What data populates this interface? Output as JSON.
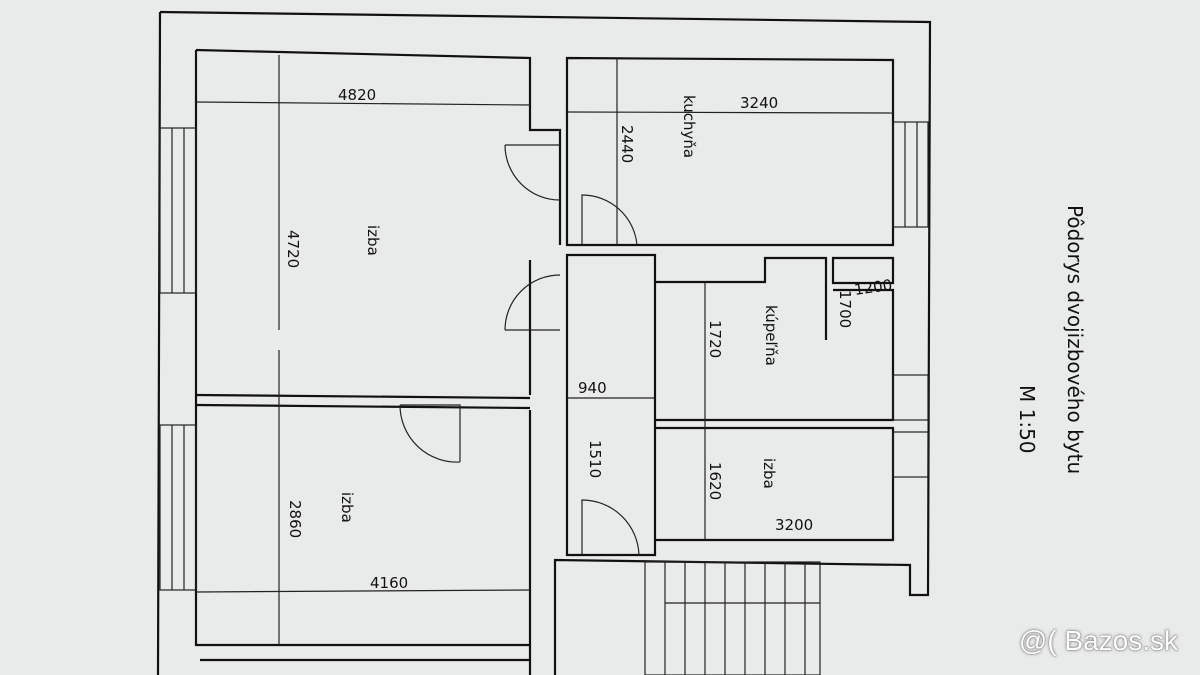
{
  "title": "Pôdorys dvojizbového bytu",
  "scale": "M 1:50",
  "rooms": {
    "living": {
      "label": "izba",
      "width": "4820",
      "depth": "4720"
    },
    "bedroom": {
      "label": "izba",
      "width": "4160",
      "depth": "2860"
    },
    "kitchen": {
      "label": "kuchyňa",
      "width": "3240",
      "depth": "2440"
    },
    "bathroom": {
      "label": "kúpeľňa",
      "depth": "1720"
    },
    "wc": {
      "width": "1200",
      "depth": "1700"
    },
    "small_room": {
      "label": "izba",
      "width": "3200",
      "depth": "1620"
    },
    "hall": {
      "width": "940",
      "depth": "1510"
    }
  },
  "watermark": "Bazos.sk",
  "colors": {
    "paper": "#e9eaea",
    "ink": "#111111"
  }
}
